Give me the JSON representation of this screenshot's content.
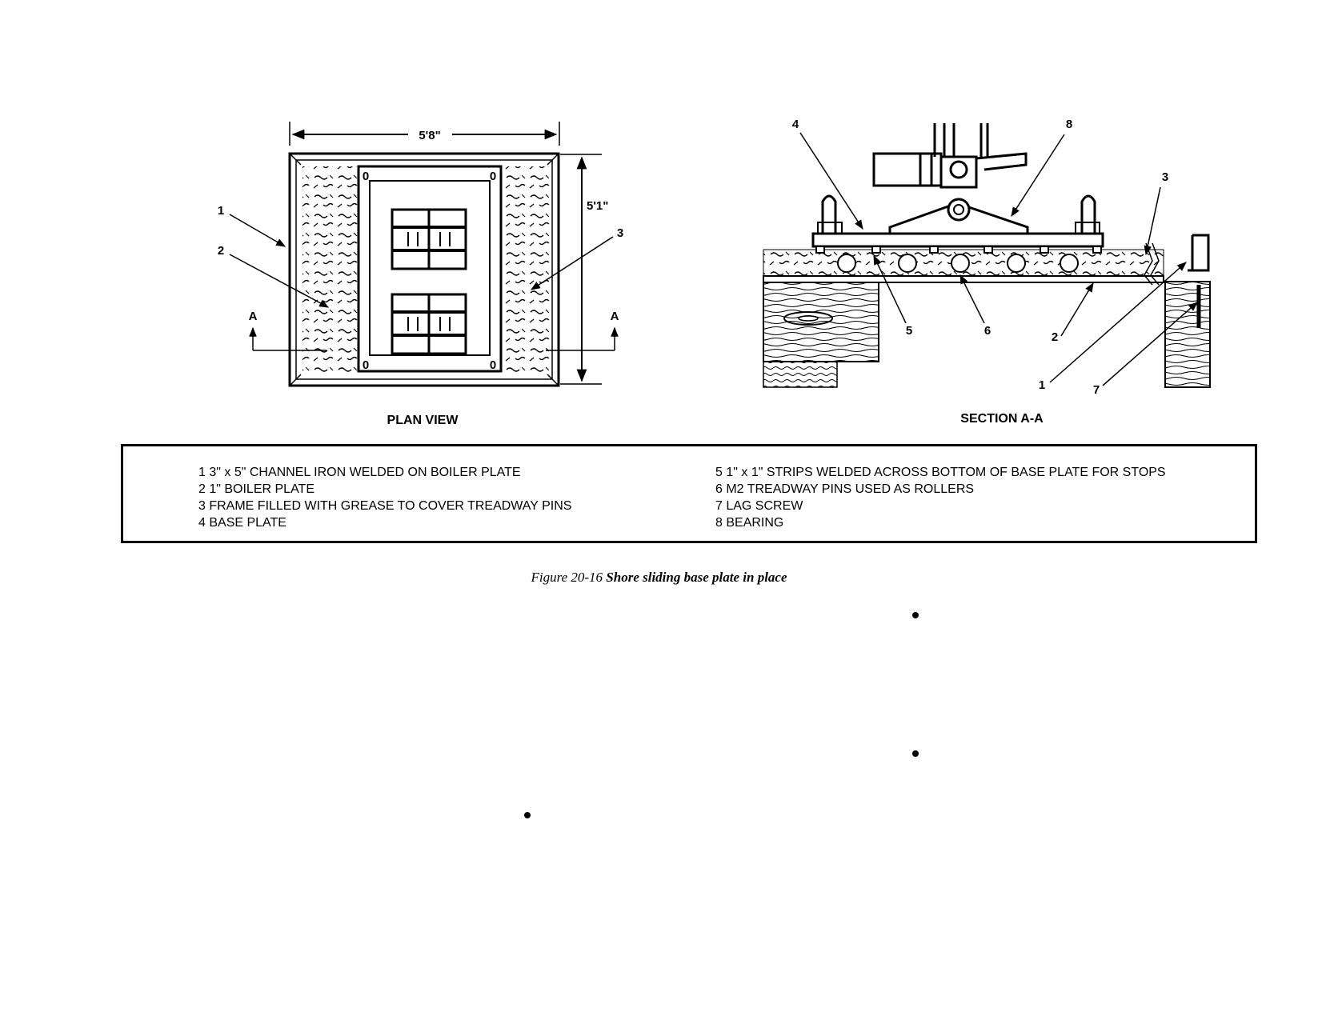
{
  "plan_view": {
    "title": "PLAN VIEW",
    "width_dim": "5'8\"",
    "height_dim": "5'1\"",
    "section_marker": "A",
    "callouts": [
      "1",
      "2",
      "3"
    ]
  },
  "section_view": {
    "title": "SECTION A-A",
    "callouts": [
      "4",
      "8",
      "3",
      "5",
      "6",
      "2",
      "1",
      "7"
    ]
  },
  "legend": {
    "left": [
      "1 3\" x 5\" CHANNEL IRON WELDED ON BOILER PLATE",
      "2 1\" BOILER PLATE",
      "3 FRAME FILLED WITH GREASE TO COVER TREADWAY PINS",
      "4 BASE PLATE"
    ],
    "right": [
      "5 1\" x 1\" STRIPS WELDED ACROSS BOTTOM OF BASE PLATE FOR STOPS",
      "6 M2 TREADWAY PINS USED AS ROLLERS",
      "7 LAG SCREW",
      "8 BEARING"
    ]
  },
  "caption": {
    "figure": "Figure 20-16",
    "title": "Shore sliding base plate in place"
  }
}
